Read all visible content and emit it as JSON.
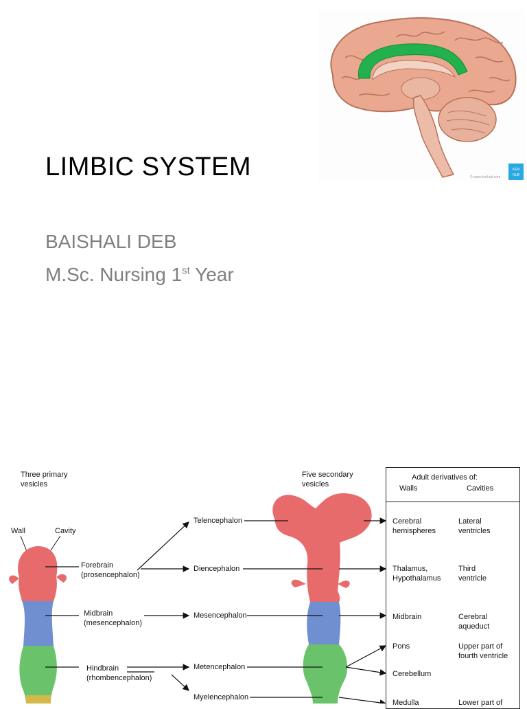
{
  "slide1": {
    "title": "LIMBIC SYSTEM",
    "author": "BAISHALI DEB",
    "course_prefix": "M.Sc. Nursing 1",
    "course_sup": "st",
    "course_suffix": " Year",
    "image_credit": "© www.kenhub.com",
    "badge_text": "KEN HUB",
    "colors": {
      "cingulate": "#1db954",
      "brain": "#e8a48c",
      "badge": "#29a9e1"
    }
  },
  "slide2": {
    "primary_header": "Three primary\nvesicles",
    "secondary_header": "Five secondary\nvesicles",
    "table_header": "Adult derivatives of:",
    "col_walls": "Walls",
    "col_cavities": "Cavities",
    "wall_label": "Wall",
    "cavity_label": "Cavity",
    "primary": [
      {
        "name": "Forebrain\n(prosencephalon)",
        "color": "#e86b6b"
      },
      {
        "name": "Midbrain\n(mesencephalon)",
        "color": "#6f8fd0"
      },
      {
        "name": "Hindbrain\n(rhombencephalon)",
        "color": "#6ac36a"
      }
    ],
    "secondary": [
      "Telencephalon",
      "Diencephalon",
      "Mesencephalon",
      "Metencephalon",
      "Myelencephalon"
    ],
    "derivatives": [
      {
        "walls": "Cerebral\nhemispheres",
        "cavities": "Lateral\nventricles"
      },
      {
        "walls": "Thalamus,\nHypothalamus",
        "cavities": "Third\nventricle"
      },
      {
        "walls": "Midbrain",
        "cavities": "Cerebral\naqueduct"
      },
      {
        "walls": "Pons",
        "cavities": "Upper part of\nfourth ventricle"
      },
      {
        "walls": "Cerebellum",
        "cavities": ""
      },
      {
        "walls": "Medulla",
        "cavities": "Lower part of"
      }
    ]
  }
}
